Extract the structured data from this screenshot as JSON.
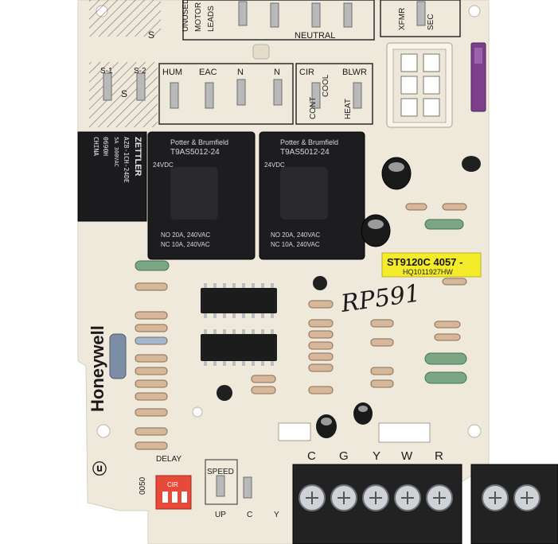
{
  "brand": "Honeywell",
  "model": {
    "number": "ST9120C 4057 -",
    "sub": "HQ1011927HW",
    "tag_color": "#f4ec2a"
  },
  "handwritten": "RP591",
  "relays": [
    {
      "maker": "Potter & Brumfield",
      "part": "T9AS5012-24",
      "v": "24VDC",
      "spec1": "NO 20A, 240VAC",
      "spec2": "NC 10A, 240VAC"
    },
    {
      "maker": "Potter & Brumfield",
      "part": "T9AS5012-24",
      "v": "24VDC",
      "spec1": "NO 20A, 240VAC",
      "spec2": "NC 10A, 240VAC"
    }
  ],
  "zettler": {
    "brand": "ZETTLER",
    "part": "AZ8-1CH-24DE",
    "rating": "5A 300VAC",
    "code": "0690H",
    "origin": "CHINA"
  },
  "terminal_labels": {
    "top": [
      "UNUSED",
      "MOTOR",
      "LEADS",
      "NEUTRAL",
      "XFMR",
      "SEC"
    ],
    "middle": [
      "HUM",
      "EAC",
      "N",
      "N",
      "CIR",
      "COOL",
      "BLWR",
      "CONT",
      "HEAT"
    ],
    "left_side": [
      "S",
      "S",
      "S-1",
      "S-2"
    ]
  },
  "screw_terminals": [
    "C",
    "G",
    "Y",
    "W",
    "R"
  ],
  "bottom_labels": {
    "delay": "DELAY",
    "speed": "SPEED",
    "up": "UP",
    "c": "C",
    "y": "Y",
    "cir": "CIR",
    "code": "0050"
  },
  "fuse_color": "#7b3f8c",
  "board_color": "#efe9dc"
}
